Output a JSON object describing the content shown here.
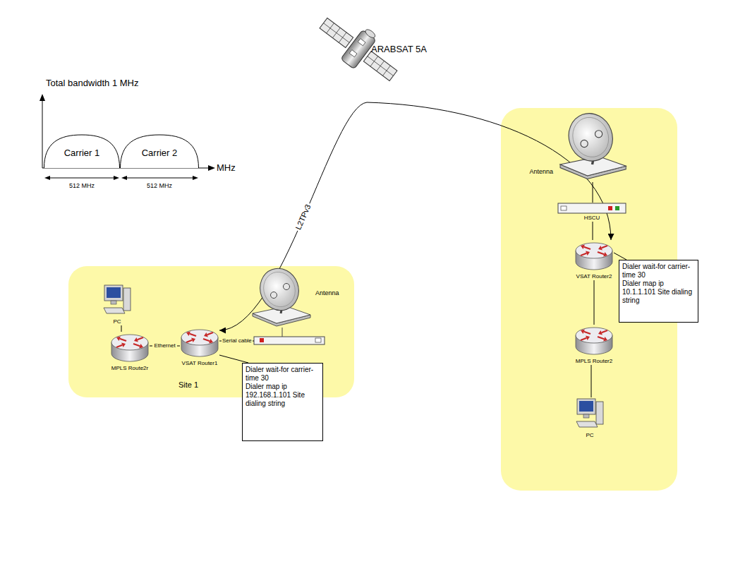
{
  "diagram": {
    "nodes": [
      {
        "text": [
          "Carrier 1"
        ]
      },
      {
        "text": [
          "Carrier 2"
        ]
      },
      {
        "text": [
          "Site 1"
        ]
      },
      {
        "text": [
          "PC"
        ],
        "in": 2
      },
      {
        "text": [
          "MPLS Route2r"
        ],
        "in": 2
      },
      {
        "text": [
          "VSAT Router1"
        ],
        "in": 2
      },
      {
        "text": [
          "Antenna"
        ],
        "in": 2
      },
      {
        "text": [
          "Dialer wait-for carrier-time 30",
          "Dialer map ip 192.168.1.101 Site dialing string"
        ]
      },
      {
        "text": [
          "Antenna"
        ]
      },
      {
        "text": [
          "HSCU"
        ]
      },
      {
        "text": [
          "VSAT Router2"
        ]
      },
      {
        "text": [
          "Dialer wait-for carrier-time 30",
          "Dialer map ip 10.1.1.101 Site dialing string"
        ]
      },
      {
        "text": [
          "MPLS Router2"
        ]
      },
      {
        "text": [
          "PC"
        ]
      }
    ],
    "edges": [
      {
        "from": 3,
        "to": 4,
        "arrow": "none"
      },
      {
        "from": 4,
        "to": 5,
        "label": "Ethernet",
        "arrow": "none"
      },
      {
        "from": 7,
        "to": 5,
        "arrow": "none"
      },
      {
        "from": 5,
        "to": 10,
        "label": "L2TPv3",
        "arrow": "both"
      },
      {
        "from": 8,
        "to": 9,
        "arrow": "none"
      },
      {
        "from": 9,
        "to": 10,
        "arrow": "none"
      },
      {
        "from": 11,
        "to": 10,
        "arrow": "none"
      },
      {
        "from": 10,
        "to": 12,
        "arrow": "none"
      },
      {
        "from": 12,
        "to": 13,
        "arrow": "none"
      }
    ],
    "labels": [
      "Total bandwidth 1 MHz",
      "MHz",
      "512 MHz",
      "512 MHz",
      "ARABSAT 5A",
      "Serial cable"
    ]
  }
}
